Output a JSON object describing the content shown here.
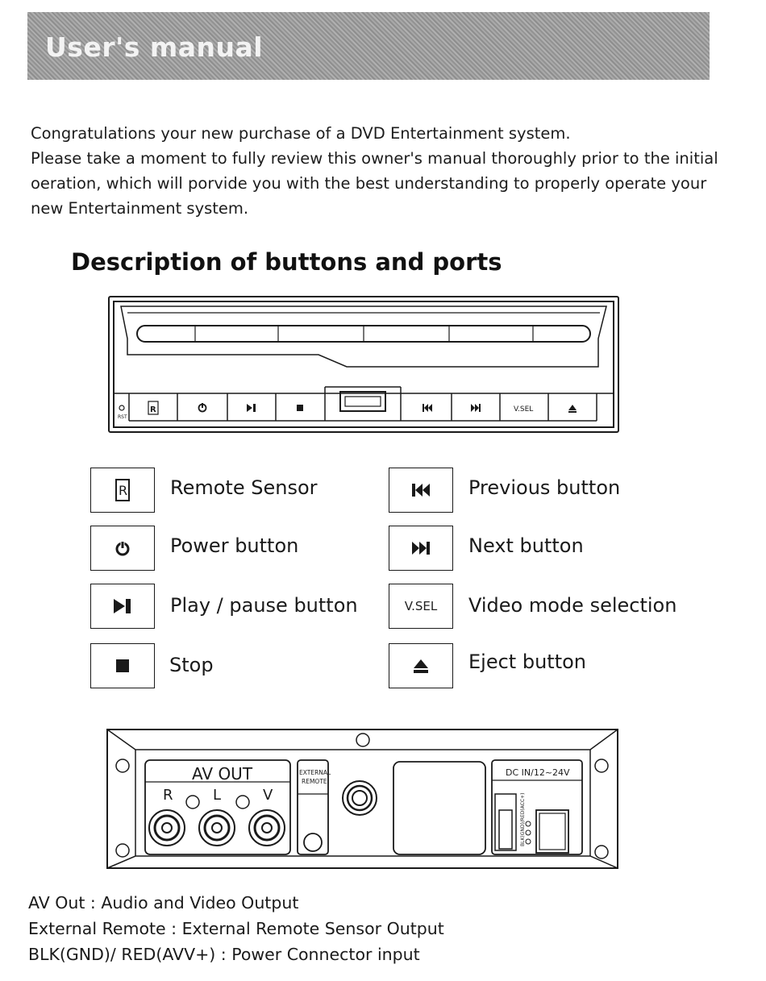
{
  "banner": {
    "title": "User's manual"
  },
  "intro": {
    "line1": "Congratulations your new purchase of a DVD Entertainment system.",
    "line2": "Please take a moment to fully review this owner's manual thoroughly prior to the initial",
    "line3": "oeration, which will porvide you with the best understanding to properly operate your",
    "line4": "new Entertainment system."
  },
  "section_heading": "Description of buttons and ports",
  "front_panel": {
    "rst_label": "RST",
    "vsel_label": "V.SEL"
  },
  "legend": [
    {
      "icon": "remote-sensor-icon",
      "label": "Remote Sensor"
    },
    {
      "icon": "power-icon",
      "label": "Power button"
    },
    {
      "icon": "play-pause-icon",
      "label": "Play / pause button"
    },
    {
      "icon": "stop-icon",
      "label": "Stop"
    },
    {
      "icon": "previous-icon",
      "label": "Previous button"
    },
    {
      "icon": "next-icon",
      "label": "Next button"
    },
    {
      "icon": "vsel-icon",
      "label": "Video mode selection",
      "icon_text": "V.SEL"
    },
    {
      "icon": "eject-icon",
      "label": "Eject button"
    }
  ],
  "rear_panel": {
    "av_out_label": "AV OUT",
    "r_label": "R",
    "l_label": "L",
    "v_label": "V",
    "external_remote_line1": "EXTERNAL",
    "external_remote_line2": "REMOTE",
    "dc_in_label": "DC IN/12~24V",
    "connector_label": "BLK(GND)/RED(ACC+)"
  },
  "footer": {
    "line1": "AV Out : Audio and Video Output",
    "line2": "External Remote : External Remote Sensor Output",
    "line3": "BLK(GND)/ RED(AVV+) : Power Connector input"
  }
}
